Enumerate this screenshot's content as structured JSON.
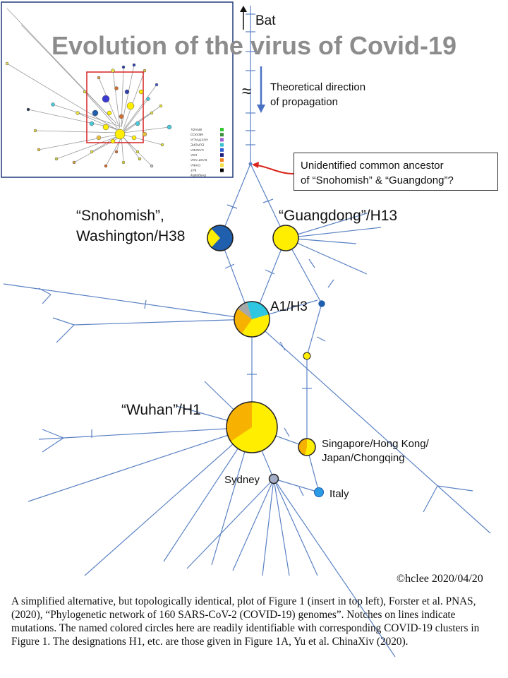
{
  "title": "Evolution of the virus of Covid-19",
  "labels": {
    "bat": "Bat",
    "approx": "≈",
    "direction_line1": "Theoretical direction",
    "direction_line2": "of propagation",
    "snohomish_line1": "“Snohomish”,",
    "snohomish_line2": "Washington/H38",
    "guangdong": "“Guangdong”/H13",
    "a1": "A1/H3",
    "wuhan": "“Wuhan”/H1",
    "singapore_line1": "Singapore/Hong Kong/",
    "singapore_line2": "Japan/Chongqing",
    "sydney": "Sydney",
    "italy": "Italy"
  },
  "callout": {
    "line1": "Unidentified common ancestor",
    "line2": "of “Snohomish” & “Guangdong”?"
  },
  "copyright": "©hclee 2020/04/20",
  "caption": "A simplified alternative, but topologically identical, plot of Figure 1 (insert in top left), Forster et al. PNAS, (2020), “Phylogenetic network of 160 SARS-CoV-2 (COVID-19) genomes”. Notches on lines indicate mutations. The named colored circles here are readily identifiable with corresponding COVID-19 clusters in Figure 1. The designations H1, etc. are those given in Figure 1A, Yu et al. ChinaXiv (2020).",
  "inset_legend": [
    "BRAZIL",
    "MEXICO",
    "AUSTRALIA",
    "EUROPE",
    "CANADA",
    "USA",
    "EAST ASIA",
    "CHINA",
    "BAT",
    "Geography"
  ],
  "colors": {
    "edge": "#5b82c4",
    "yellow": "#ffee00",
    "orange": "#f7b100",
    "dark_blue": "#1f5fad",
    "cyan": "#2ec6e0",
    "gray": "#a8a8a8",
    "sydney_fill": "#a4adc6",
    "italy_fill": "#2b9be6",
    "title_gray": "#8c8c8c",
    "callout_arrow": "#d9251c"
  }
}
